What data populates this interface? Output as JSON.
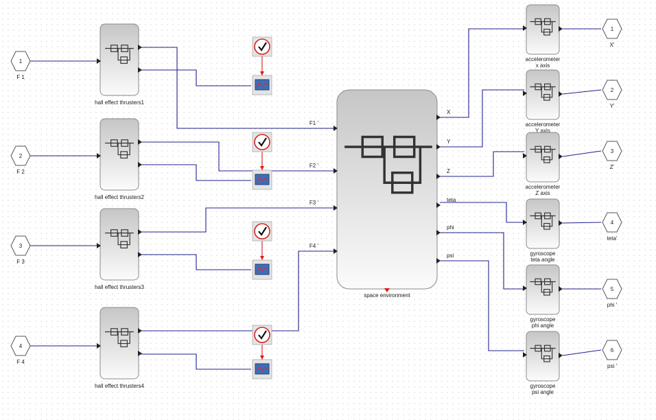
{
  "inputs": [
    {
      "num": "1",
      "label": "F 1"
    },
    {
      "num": "2",
      "label": "F 2"
    },
    {
      "num": "3",
      "label": "F 3"
    },
    {
      "num": "4",
      "label": "F 4"
    }
  ],
  "thrusters": [
    {
      "label": "hall effect thrusters1"
    },
    {
      "label": "hall effect thrusters2"
    },
    {
      "label": "hall effect thrusters3"
    },
    {
      "label": "hall effect thrusters4"
    }
  ],
  "env": {
    "label": "space environment",
    "in_ports": [
      "F1 '",
      "F2 '",
      "F3 '",
      "F4 '"
    ],
    "out_ports": [
      "X",
      "Y",
      "Z",
      "teta",
      "phi",
      "psi"
    ]
  },
  "sensors": [
    {
      "line1": "accelerometer",
      "line2": "x axis"
    },
    {
      "line1": "accelerometer",
      "line2": "Y axis"
    },
    {
      "line1": "accelerometer",
      "line2": "Z axis"
    },
    {
      "line1": "gyroscope",
      "line2": "teta angle"
    },
    {
      "line1": "gyroscope",
      "line2": "phi angle"
    },
    {
      "line1": "gyroscope",
      "line2": "psi angle"
    }
  ],
  "outputs": [
    {
      "num": "1",
      "label": "X'"
    },
    {
      "num": "2",
      "label": "Y'"
    },
    {
      "num": "3",
      "label": "Z'"
    },
    {
      "num": "4",
      "label": "teta'"
    },
    {
      "num": "5",
      "label": "phi '"
    },
    {
      "num": "6",
      "label": "psi '"
    }
  ]
}
